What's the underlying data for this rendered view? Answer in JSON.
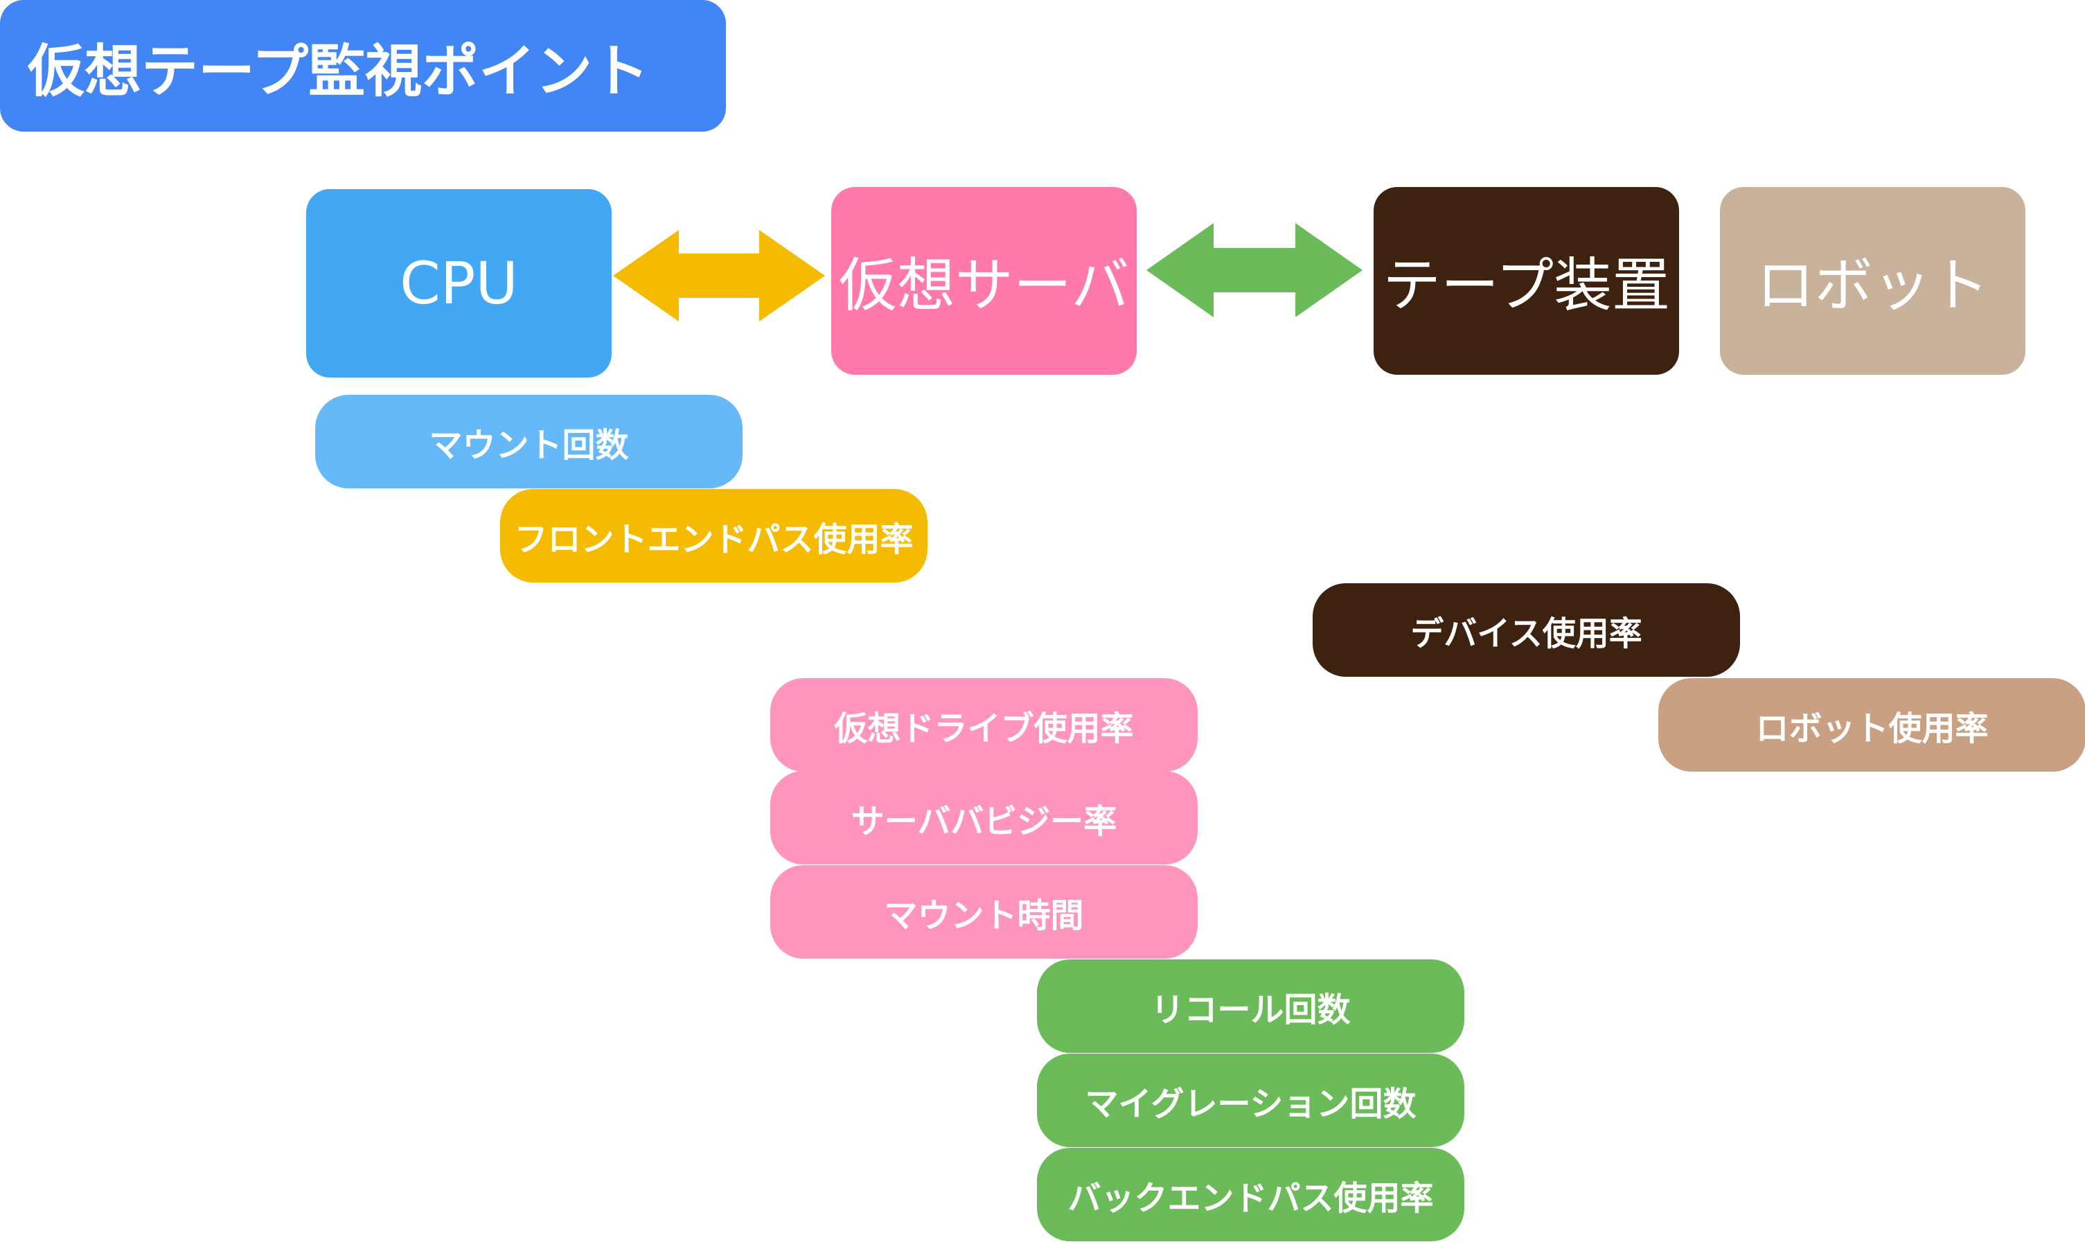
{
  "title": "仮想テープ監視ポイント",
  "components": {
    "cpu": "CPU",
    "virtual_server": "仮想サーバ",
    "tape_device": "テープ装置",
    "robot": "ロボット"
  },
  "metrics": {
    "mount_count": "マウント回数",
    "frontend_path_usage": "フロントエンドパス使用率",
    "device_usage": "デバイス使用率",
    "robot_usage": "ロボット使用率",
    "virtual_drive_usage": "仮想ドライブ使用率",
    "server_busy_rate": "サーババビジー率",
    "mount_time": "マウント時間",
    "recall_count": "リコール回数",
    "migration_count": "マイグレーション回数",
    "backend_path_usage": "バックエンドパス使用率"
  },
  "colors": {
    "title": "#4285f4",
    "cpu": "#42a8f4",
    "virtual_server": "#ff7aab",
    "tape_device": "#3d2210",
    "robot": "#c8b29b",
    "arrow_cpu_server": "#f5bb00",
    "arrow_server_tape": "#6cbb5a"
  }
}
